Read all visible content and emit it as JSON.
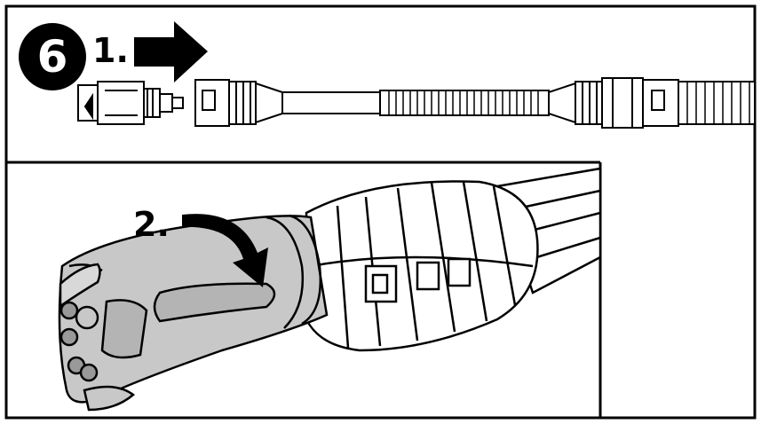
{
  "instruction": {
    "step_number": "6",
    "sub_steps": [
      {
        "label": "1.",
        "action": "slide-right"
      },
      {
        "label": "2.",
        "action": "rotate"
      }
    ]
  },
  "icons": {
    "push_arrow": "right-arrow-icon",
    "rotate_arrow": "curved-arrow-icon"
  },
  "colors": {
    "ink": "#000000",
    "plug_body": "#c8c8c8",
    "paper": "#ffffff"
  }
}
